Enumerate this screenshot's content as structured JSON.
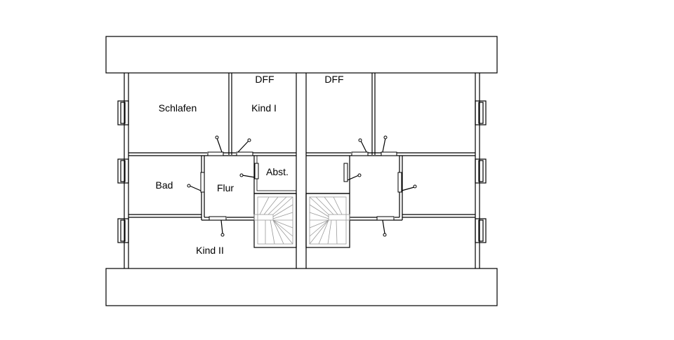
{
  "floorplan": {
    "rooms": {
      "dff_left": "DFF",
      "dff_right": "DFF",
      "schlafen": "Schlafen",
      "kind_i": "Kind I",
      "abst": "Abst.",
      "bad": "Bad",
      "flur": "Flur",
      "kind_ii": "Kind II"
    }
  }
}
